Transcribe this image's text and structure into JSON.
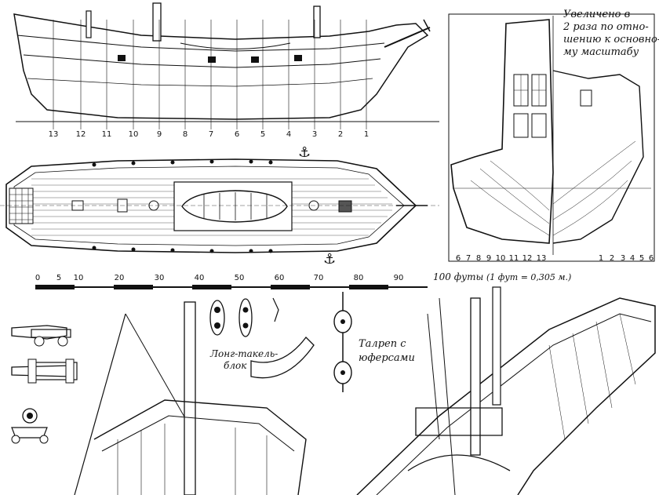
{
  "profile_view": {
    "station_labels": [
      "13",
      "12",
      "11",
      "10",
      "9",
      "8",
      "7",
      "6",
      "5",
      "4",
      "3",
      "2",
      "1"
    ]
  },
  "stern_view": {
    "note": "Увеличено в 2 раза по отношению к основному масштабу",
    "note_lines": [
      "Увеличено в",
      "2 раза по отно-",
      "шению к основно-",
      "му масштабу"
    ],
    "left_labels": [
      "6",
      "7",
      "8",
      "9",
      "10",
      "11",
      "12",
      "13"
    ],
    "right_labels": [
      "1",
      "2",
      "3",
      "4",
      "5",
      "6"
    ]
  },
  "scale_bar": {
    "ticks": [
      "0",
      "5",
      "10",
      "20",
      "30",
      "40",
      "50",
      "60",
      "70",
      "80",
      "90"
    ],
    "caption": "100 футы",
    "conversion": "(1 фут = 0,305 м.)"
  },
  "details": {
    "block_label": [
      "Лонг-такель-",
      "блок"
    ],
    "lanyard_label": [
      "Талреп с",
      "юферсами"
    ]
  }
}
